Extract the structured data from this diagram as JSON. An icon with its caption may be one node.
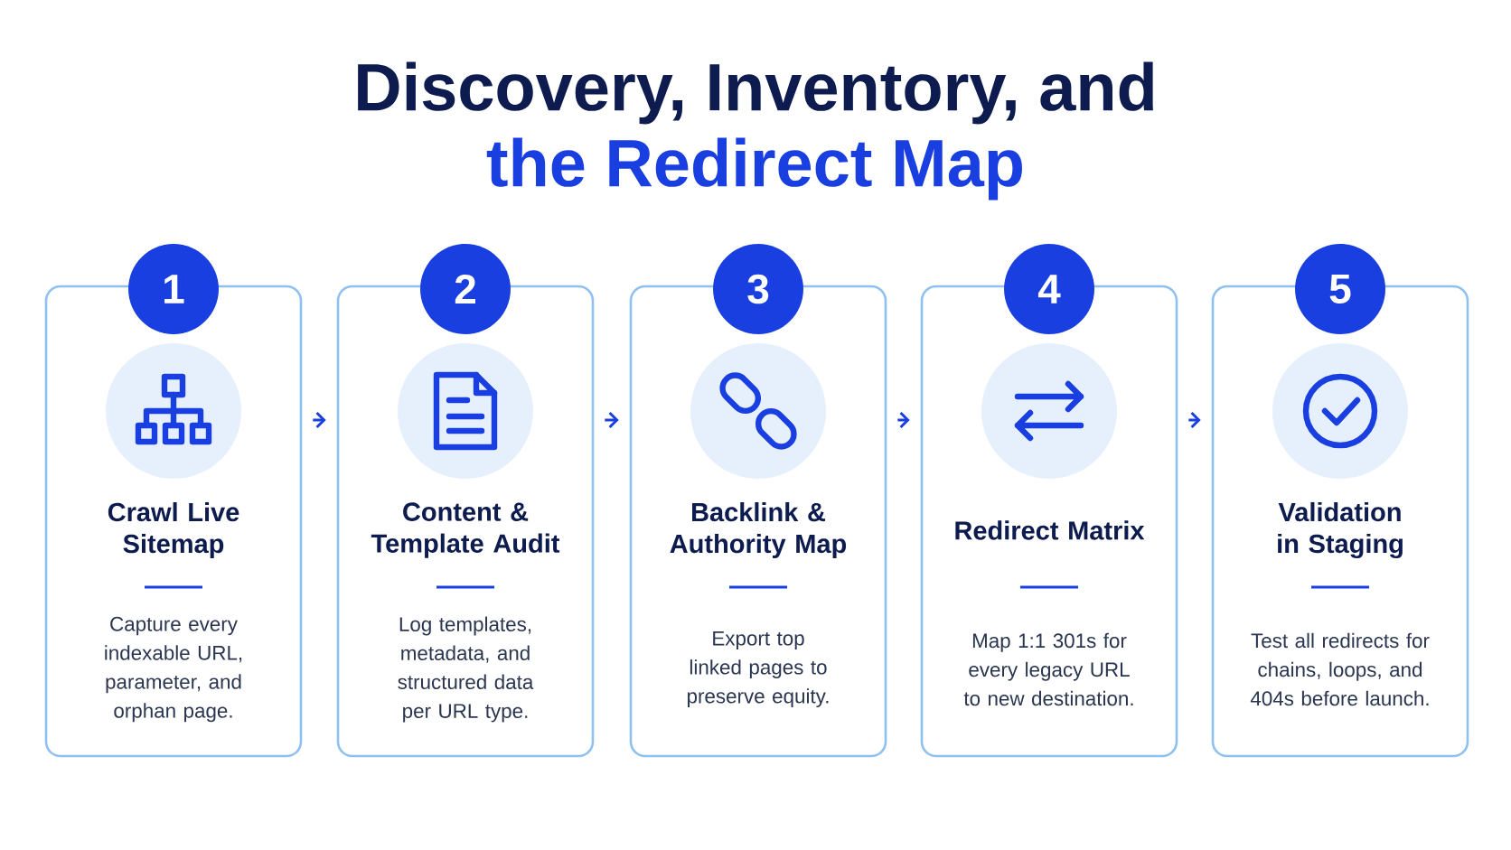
{
  "diagram": {
    "title": "Discovery, Inventory, and",
    "nodes": [
      {
        "text": [
          "1",
          "Crawl Live Sitemap",
          "Capture every indexable URL, parameter, and orphan page."
        ]
      },
      {
        "text": [
          "2",
          "Content & Template Audit",
          "Log templates, metadata, and structured data per URL type."
        ]
      },
      {
        "text": [
          "3",
          "Backlink & Authority Map",
          "Export top linked pages to preserve equity."
        ]
      },
      {
        "text": [
          "4",
          "Redirect Matrix",
          "Map 1:1 301s for every legacy URL to new destination."
        ]
      },
      {
        "text": [
          "5",
          "Validation in Staging",
          "Test all redirects for chains, loops, and 404s before launch."
        ]
      }
    ],
    "edges": [
      {
        "from": 0,
        "to": 1,
        "arrow": "to"
      },
      {
        "from": 1,
        "to": 2,
        "arrow": "to"
      },
      {
        "from": 2,
        "to": 3,
        "arrow": "to"
      },
      {
        "from": 3,
        "to": 4,
        "arrow": "to"
      }
    ],
    "labels": [
      "the Redirect Map"
    ]
  }
}
